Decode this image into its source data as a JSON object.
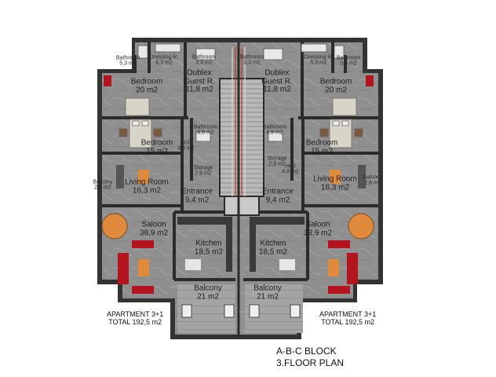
{
  "rooms": [
    {
      "name": "Bathroom",
      "area": "5,3 m2"
    },
    {
      "name": "Dressing R.",
      "area": "6,3 m2"
    },
    {
      "name": "Bathroom",
      "area": "3,3 m2"
    },
    {
      "name": "Bathroom",
      "area": "3,3 m2"
    },
    {
      "name": "Dressing R.",
      "area": "6,3 m2"
    },
    {
      "name": "Bathroom",
      "area": "5,3 m2"
    },
    {
      "name": "Bedroom",
      "area": "20 m2"
    },
    {
      "name": "Dublex Guest R.",
      "area": "11,8 m2"
    },
    {
      "name": "Dublex Guest R.",
      "area": "11,8 m2"
    },
    {
      "name": "Bedroom",
      "area": "20 m2"
    },
    {
      "name": "Bathroom",
      "area": "4,6 m2"
    },
    {
      "name": "Bathroom",
      "area": "4,6 m2"
    },
    {
      "name": "Bedroom",
      "area": "15 m2"
    },
    {
      "name": "Bedroom",
      "area": "15 m2"
    },
    {
      "name": "Holl",
      "area": "4,8 m2"
    },
    {
      "name": "Holl",
      "area": "4,8 m2"
    },
    {
      "name": "Storage",
      "area": "2,9 m2"
    },
    {
      "name": "Storage",
      "area": "2,9 m2"
    },
    {
      "name": "Balcony",
      "area": "2,6 m2"
    },
    {
      "name": "Balcony",
      "area": "2,6 m2"
    },
    {
      "name": "Living Room",
      "area": "16,3 m2"
    },
    {
      "name": "Living Room",
      "area": "16,3 m2"
    },
    {
      "name": "Entrance",
      "area": "9,4 m2"
    },
    {
      "name": "Entrance",
      "area": "9,4 m2"
    },
    {
      "name": "Saloon",
      "area": "38,9 m2"
    },
    {
      "name": "Saloon",
      "area": "38,9 m2"
    },
    {
      "name": "Kitchen",
      "area": "18,5 m2"
    },
    {
      "name": "Kitchen",
      "area": "18,5 m2"
    },
    {
      "name": "Balcony",
      "area": "21 m2"
    },
    {
      "name": "Balcony",
      "area": "21 m2"
    }
  ],
  "apartments": [
    {
      "type": "APARTMENT 3+1",
      "total": "TOTAL 192,5 m2"
    },
    {
      "type": "APARTMENT 3+1",
      "total": "TOTAL 192,5 m2"
    }
  ],
  "block": {
    "title": "A-B-C BLOCK",
    "floor": "3.FLOOR PLAN"
  },
  "colors": {
    "floor": "#8c8c8c",
    "wall": "#2b2b2b",
    "stair": "#b4b4b4",
    "sofa": "#b3141e",
    "table": "#e08a3c",
    "bed": "#d9d4c8"
  }
}
